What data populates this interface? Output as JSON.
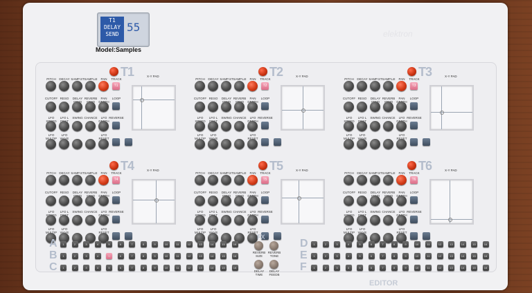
{
  "screen": {
    "display_lines": [
      "T1",
      "DELAY",
      "SEND"
    ],
    "display_value": "55",
    "model_label": "Model:Samples"
  },
  "branding": {
    "watermark": "elektron",
    "footer_label": "EDITOR"
  },
  "track_labels": {
    "row1": [
      "PITCH",
      "DECAY",
      "SAMP.ST",
      "SAMP.LE",
      "PAN",
      "TRACK"
    ],
    "row2": [
      "CUTOFF",
      "RESO",
      "DELAY SEND",
      "REVERB SEND",
      "PAN DEPTH",
      "LOOP"
    ],
    "row3": [
      "LFO SPEED",
      "LFO L DEST",
      "SWING",
      "CHANCE",
      "LFO DEPTH",
      "REVERSE"
    ],
    "row4": [
      "LFO MULTIP",
      "LFO WAVE",
      "",
      "",
      "LFO RESET",
      ""
    ]
  },
  "xy_label": "X-Y PAD",
  "tracks": [
    {
      "title": "T1",
      "num": "T1"
    },
    {
      "title": "T2",
      "num": "T2"
    },
    {
      "title": "T3",
      "num": "T3"
    },
    {
      "title": "T4",
      "num": "T4"
    },
    {
      "title": "T5",
      "num": "T5"
    },
    {
      "title": "T6",
      "num": "T6"
    }
  ],
  "sequencer": {
    "left_letters": [
      "A",
      "B",
      "C"
    ],
    "right_letters": [
      "D",
      "E",
      "F"
    ],
    "steps": [
      "1",
      "2",
      "3",
      "4",
      "5",
      "6",
      "7",
      "8",
      "9",
      "10",
      "11",
      "12",
      "13",
      "14",
      "15",
      "16"
    ]
  },
  "fx": {
    "title": "FX",
    "knob_labels": [
      "REVERB SIZE",
      "REVERB TONE",
      "DELAY TIME",
      "DELAY FEEDB"
    ]
  },
  "colors": {
    "accent_red": "#d23a17",
    "lcd_blue": "#2d5aa8",
    "pink_button": "#dd6f8a",
    "track_title": "#b4bdcc"
  }
}
